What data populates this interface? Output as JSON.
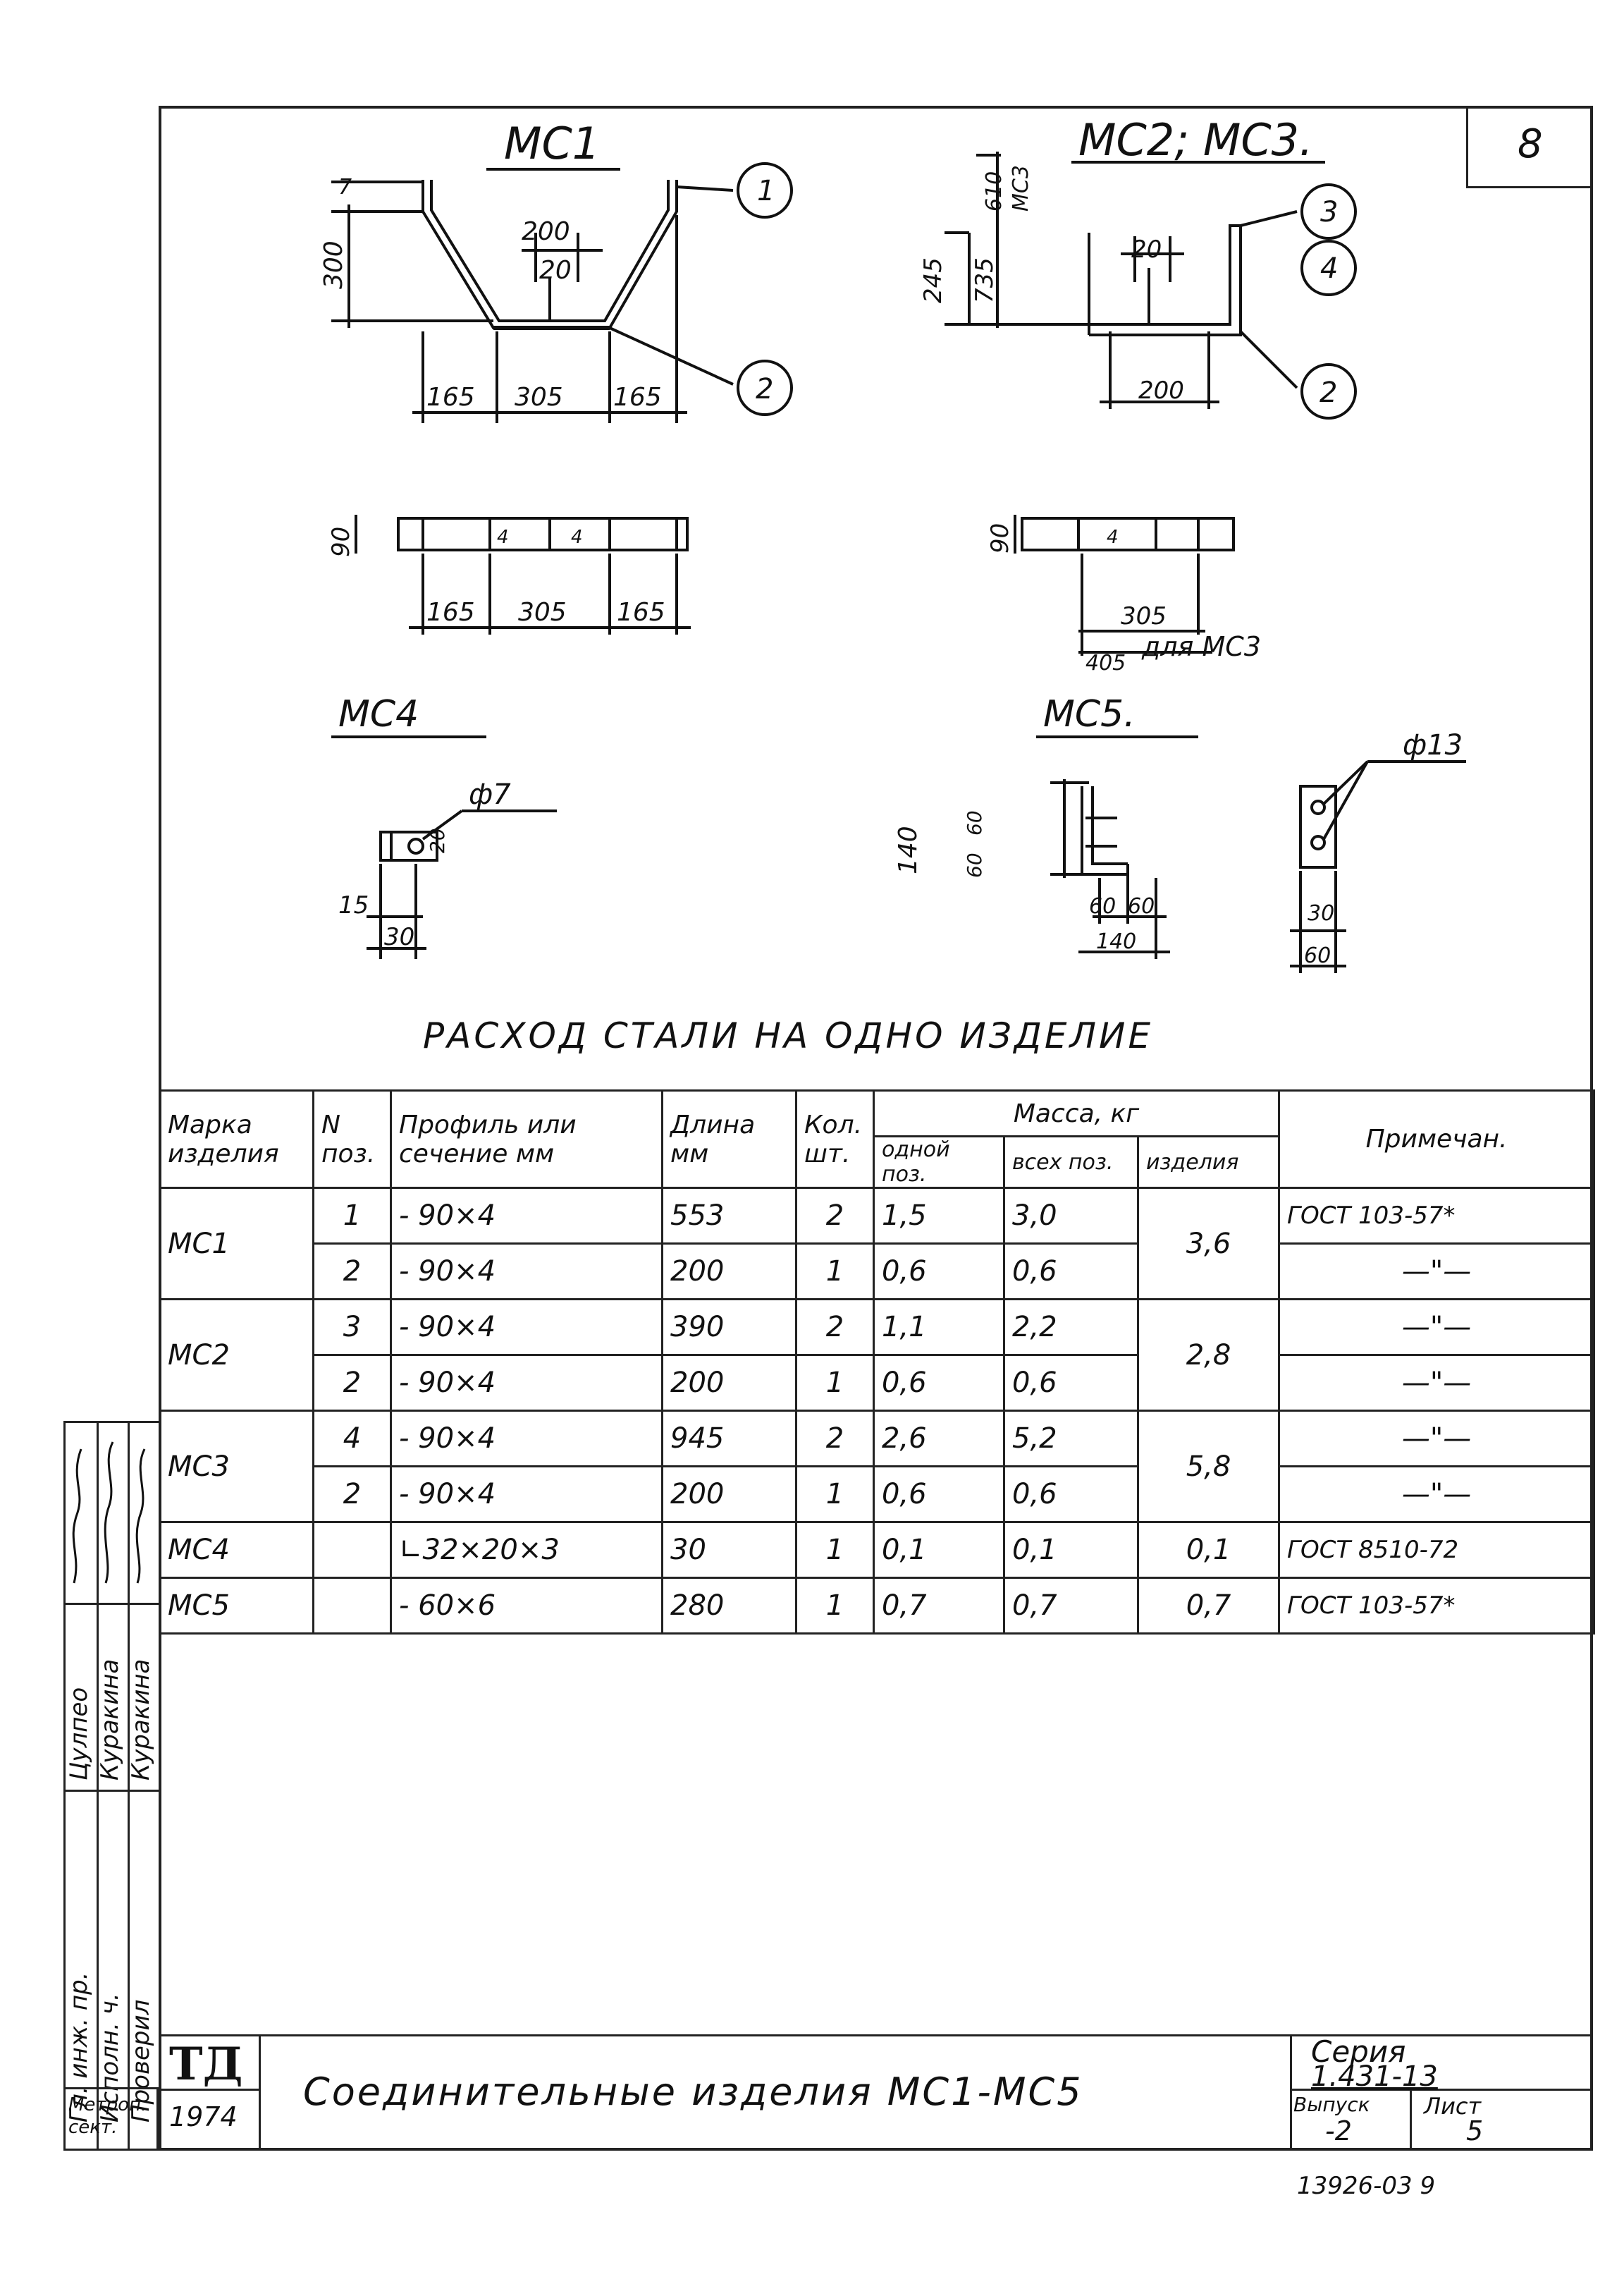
{
  "sheet_number": "8",
  "drawing_labels": {
    "mc1": "МС1",
    "mc2_mc3": "МС2; МС3.",
    "mc4": "МС4",
    "mc5": "МС5."
  },
  "mc1_dims": {
    "d7": "7",
    "d300": "300",
    "d200": "200",
    "d20": "20",
    "d165a": "165",
    "d305": "305",
    "d165b": "165",
    "pos1": "1",
    "pos2": "2"
  },
  "mc23_dims": {
    "d610": "610",
    "mc3": "МС3",
    "d245": "245",
    "d735": "735",
    "d20": "20",
    "d200": "200",
    "pos3": "3",
    "pos4": "4",
    "pos2": "2"
  },
  "plan1_dims": {
    "d90": "90",
    "d165a": "165",
    "d305": "305",
    "d165b": "165",
    "d4": "4",
    "dx": "4"
  },
  "plan2_dims": {
    "d90": "90",
    "d4": "4",
    "d305": "305",
    "d405": "405",
    "note": "для МС3"
  },
  "mc4_dims": {
    "phi": "ф7",
    "d20": "20",
    "d15": "15",
    "d30": "30"
  },
  "mc5_dims": {
    "d140": "140",
    "d60a": "60",
    "d60b": "60",
    "d60c": "60",
    "d60d": "60",
    "d140b": "140",
    "phi": "ф13",
    "d30": "30",
    "d60e": "60"
  },
  "table_title": "РАСХОД СТАЛИ НА ОДНО ИЗДЕЛИЕ",
  "table": {
    "headers": {
      "mark": "Марка изделия",
      "pos": "N поз.",
      "profile": "Профиль или сечение мм",
      "length": "Длина мм",
      "qty": "Кол. шт.",
      "mass": "Масса, кг",
      "mass_one": "одной поз.",
      "mass_all": "всех поз.",
      "mass_item": "изделия",
      "note": "Примечан."
    },
    "rows": [
      {
        "mark": "МС1",
        "pos": "1",
        "profile": "- 90×4",
        "length": "553",
        "qty": "2",
        "one": "1,5",
        "all": "3,0",
        "item": "3,6",
        "note": "ГОСТ 103-57*"
      },
      {
        "mark": "",
        "pos": "2",
        "profile": "- 90×4",
        "length": "200",
        "qty": "1",
        "one": "0,6",
        "all": "0,6",
        "item": "",
        "note": "—\"—"
      },
      {
        "mark": "МС2",
        "pos": "3",
        "profile": "- 90×4",
        "length": "390",
        "qty": "2",
        "one": "1,1",
        "all": "2,2",
        "item": "2,8",
        "note": "—\"—"
      },
      {
        "mark": "",
        "pos": "2",
        "profile": "- 90×4",
        "length": "200",
        "qty": "1",
        "one": "0,6",
        "all": "0,6",
        "item": "",
        "note": "—\"—"
      },
      {
        "mark": "МС3",
        "pos": "4",
        "profile": "- 90×4",
        "length": "945",
        "qty": "2",
        "one": "2,6",
        "all": "5,2",
        "item": "5,8",
        "note": "—\"—"
      },
      {
        "mark": "",
        "pos": "2",
        "profile": "- 90×4",
        "length": "200",
        "qty": "1",
        "one": "0,6",
        "all": "0,6",
        "item": "",
        "note": "—\"—"
      },
      {
        "mark": "МС4",
        "pos": "",
        "profile": "∟32×20×3",
        "length": "30",
        "qty": "1",
        "one": "0,1",
        "all": "0,1",
        "item": "0,1",
        "note": "ГОСТ 8510-72"
      },
      {
        "mark": "МС5",
        "pos": "",
        "profile": "- 60×6",
        "length": "280",
        "qty": "1",
        "one": "0,7",
        "all": "0,7",
        "item": "0,7",
        "note": "ГОСТ 103-57*"
      }
    ]
  },
  "sidebar": {
    "role1": "Гл. инж. пр.",
    "name1": "Цулпео",
    "role2": "Исполн. ч.",
    "name2": "Куракина",
    "role3": "Проверил",
    "name3": "Куракина",
    "dept": "Метроп. сект.",
    "year": "1974"
  },
  "title_block": {
    "logo": "ТД",
    "title": "Соединительные изделия МС1-МС5",
    "series_label": "Серия",
    "series_value": "1.431-13",
    "issue_label": "Выпуск",
    "issue_value": "-2",
    "sheet_label": "Лист",
    "sheet_value": "5"
  },
  "footer_code": "13926-03  9"
}
